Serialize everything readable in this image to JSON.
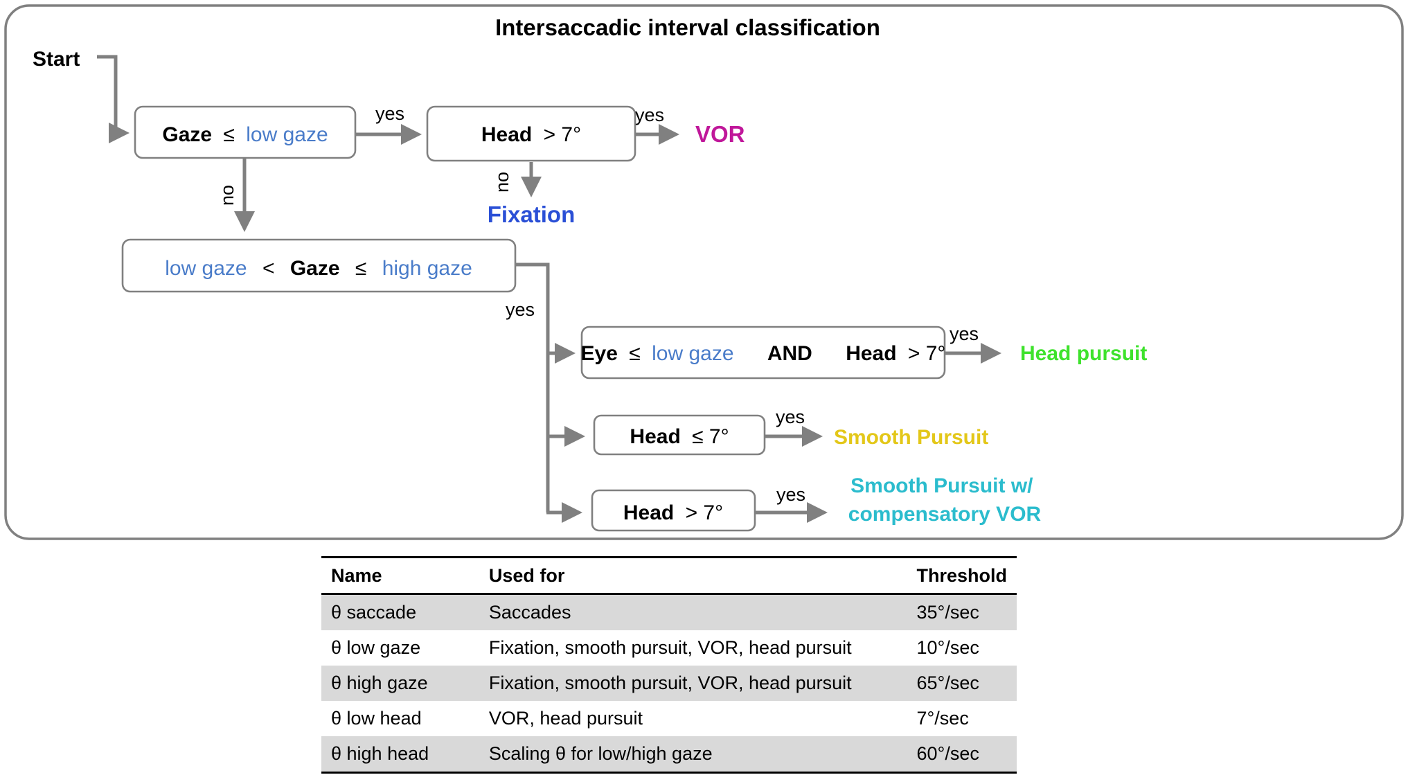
{
  "title": "Intersaccadic interval classification",
  "start_label": "Start",
  "nodes": {
    "gaze_low": {
      "var": "Gaze",
      "op": "≤",
      "ref": "low gaze"
    },
    "head_vor": {
      "var": "Head",
      "op": "> 7°"
    },
    "gaze_mid": {
      "ref1": "low gaze",
      "op1": "<",
      "var": "Gaze",
      "op2": "≤",
      "ref2": "high gaze"
    },
    "eye_head": {
      "var1": "Eye",
      "op1": "≤",
      "ref": "low gaze",
      "conj": "AND",
      "var2": "Head",
      "op2": "> 7°"
    },
    "head_le": {
      "var": "Head",
      "op": "≤ 7°"
    },
    "head_gt": {
      "var": "Head",
      "op": "> 7°"
    }
  },
  "edge_labels": {
    "yes_1": "yes",
    "yes_2": "yes",
    "no_1": "no",
    "no_2": "no",
    "yes_3": "yes",
    "yes_4": "yes",
    "yes_5": "yes",
    "yes_6": "yes"
  },
  "outcomes": {
    "vor": {
      "label": "VOR",
      "color": "#c0179a"
    },
    "fixation": {
      "label": "Fixation",
      "color": "#2a4fd6"
    },
    "head_pursuit": {
      "label": "Head pursuit",
      "color": "#3ee22c"
    },
    "smooth_pursuit": {
      "label": "Smooth Pursuit",
      "color": "#e3c719"
    },
    "smooth_pursuit_vor_line1": "Smooth Pursuit w/",
    "smooth_pursuit_vor_line2": "compensatory VOR",
    "smooth_pursuit_vor_color": "#2bbccd"
  },
  "table": {
    "headers": [
      "Name",
      "Used for",
      "Threshold"
    ],
    "rows": [
      [
        "θ saccade",
        "Saccades",
        "35°/sec"
      ],
      [
        "θ low gaze",
        "Fixation, smooth pursuit, VOR, head pursuit",
        "10°/sec"
      ],
      [
        "θ high gaze",
        "Fixation, smooth pursuit, VOR, head pursuit",
        "65°/sec"
      ],
      [
        "θ low head",
        "VOR, head pursuit",
        "7°/sec"
      ],
      [
        "θ high head",
        "Scaling θ for low/high gaze",
        "60°/sec"
      ]
    ]
  }
}
